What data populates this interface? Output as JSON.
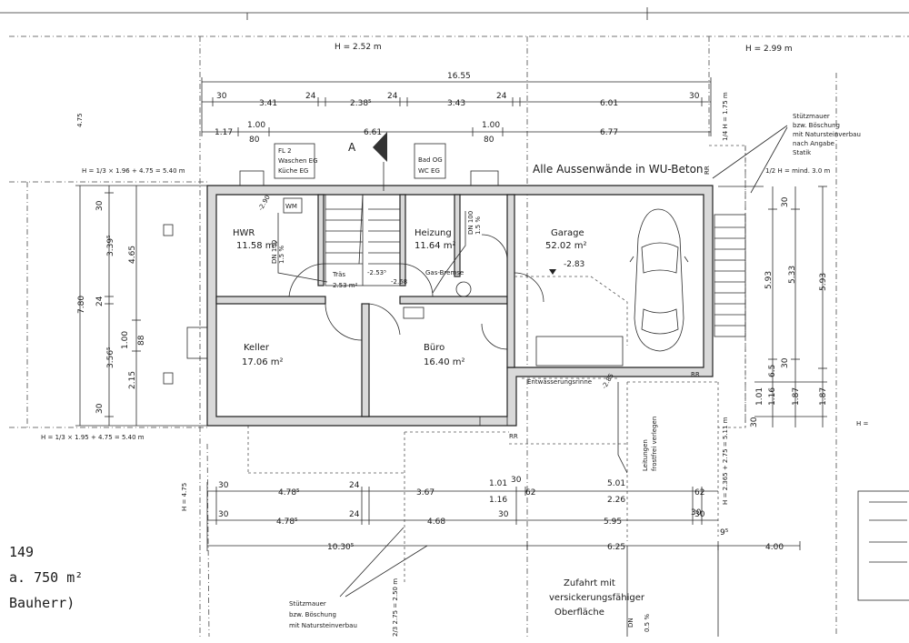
{
  "heights": {
    "top_left": "H = 2.52 m",
    "top_right": "H = 2.99 m",
    "left_wall": "H = 1/3 × 1.96 + 4.75 = 5.40 m",
    "left_bottom": "H = 1/3 × 1.95 + 4.75 = 5.40 m",
    "right_min": "1/2 H = mind. 3.0 m",
    "right_top": "1/4 H = 1.75 m",
    "right_side": "H = 2.365 + 2.75 = 5.11 m",
    "far_right": "H = ",
    "left_lower": "H = 4.75",
    "bottom_vertical": "2/3 2.75 = 2.50 m",
    "left_top_v": "4.75"
  },
  "dims_top": {
    "total": "16.55",
    "r1": [
      "30",
      "3.41",
      "24",
      "2.38⁵",
      "24",
      "3.43",
      "24",
      "6.01",
      "30"
    ],
    "r2": [
      "1.17",
      "6.61",
      "6.77"
    ],
    "r2_openings": [
      "1.00",
      "80",
      "1.00",
      "80"
    ]
  },
  "dims_left": [
    "30",
    "3.39⁵",
    "4.65",
    "7.80",
    "24",
    "1.00",
    "88",
    "3.56⁵",
    "2.15",
    "30"
  ],
  "dims_right": [
    "30",
    "5.93",
    "5.33",
    "5.93",
    "30",
    "1.01",
    "1.16",
    "1.87",
    "1.87",
    "30",
    "6.5"
  ],
  "dims_bottom": {
    "r1": [
      "30",
      "4.78⁵",
      "24",
      "3.67",
      "1.01",
      "1.16",
      "30",
      "62",
      "5.01",
      "2.26",
      "62",
      "30"
    ],
    "r2": [
      "30",
      "4.78⁵",
      "24",
      "4.68",
      "30",
      "5.95",
      "30"
    ],
    "r3": [
      "10.30⁵",
      "6.25",
      "4.00",
      "9⁵"
    ]
  },
  "rooms": [
    {
      "name": "HWR",
      "area": "11.58 m²"
    },
    {
      "name": "Heizung",
      "area": "11.64 m²"
    },
    {
      "name": "Garage",
      "area": "52.02 m²",
      "level": "-2.83"
    },
    {
      "name": "Keller",
      "area": "17.06 m²"
    },
    {
      "name": "Büro",
      "area": "16.40 m²"
    },
    {
      "name": "Träs",
      "area": "2.53 m²"
    }
  ],
  "levels": {
    "stair_left": "-2.53⁵",
    "stair_mid": "-2.68",
    "diag_left": "-2.90",
    "diag_mid": "-2.85"
  },
  "labels": {
    "walls_note": "Alle Aussenwände in WU-Beton",
    "wm": "WM",
    "box1": [
      "FL 2",
      "Waschen EG",
      "Küche EG"
    ],
    "box2": [
      "Bad OG",
      "WC EG"
    ],
    "section": "A",
    "gas": "Gas-Bremse",
    "dn_left": [
      "DN 100",
      "1.5 %"
    ],
    "dn_mid": [
      "DN 100",
      "1.5 %"
    ],
    "drain": "Entwässerungsrinne",
    "pipes": [
      "Leitungen",
      "frostfrei verlegen"
    ],
    "retaining_top": [
      "Stützmauer",
      "bzw. Böschung",
      "mit Natursteinverbau",
      "nach Angabe",
      "Statik"
    ],
    "retaining_bottom": [
      "Stützmauer",
      "bzw. Böschung",
      "mit Natursteinverbau"
    ],
    "driveway": [
      "Zufahrt mit",
      "versickerungsfähiger",
      "Oberfläche"
    ],
    "rr": "RR",
    "dn_bottom": [
      "DN",
      "0.5 %"
    ]
  },
  "notes": {
    "line1": "149",
    "line2": "a. 750 m²",
    "line3": "Bauherr)"
  }
}
